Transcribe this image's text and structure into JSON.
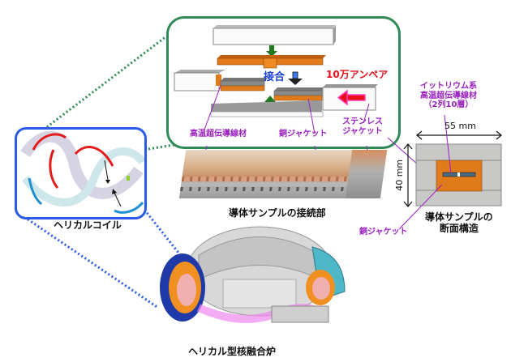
{
  "colors": {
    "green_frame": "#2e8b57",
    "blue_frame": "#2a5ae8",
    "label_purple": "#9a1fc0",
    "label_red": "#e8101a",
    "label_blue": "#1b3fd6",
    "copper": "#e07a1a",
    "steel": "#c8c8c8"
  },
  "joint_diagram": {
    "join_label": "接合",
    "current_label": "10万アンペア",
    "hts_label": "高温超伝導線材",
    "copper_label": "銅ジャケット",
    "stainless_label_line1": "ステンレス",
    "stainless_label_line2": "ジャケット"
  },
  "cross_section": {
    "wire_label_line1": "イットリウム系",
    "wire_label_line2": "高温超伝導線材",
    "wire_label_line3": "（2列10層）",
    "width_label": "55 mm",
    "height_label": "40 mm",
    "copper_label": "銅ジャケット",
    "caption_line1": "導体サンプルの",
    "caption_line2": "断面構造"
  },
  "sample_photo": {
    "caption": "導体サンプルの接続部"
  },
  "helical_coil": {
    "caption": "ヘリカルコイル"
  },
  "reactor": {
    "caption": "ヘリカル型核融合炉"
  }
}
